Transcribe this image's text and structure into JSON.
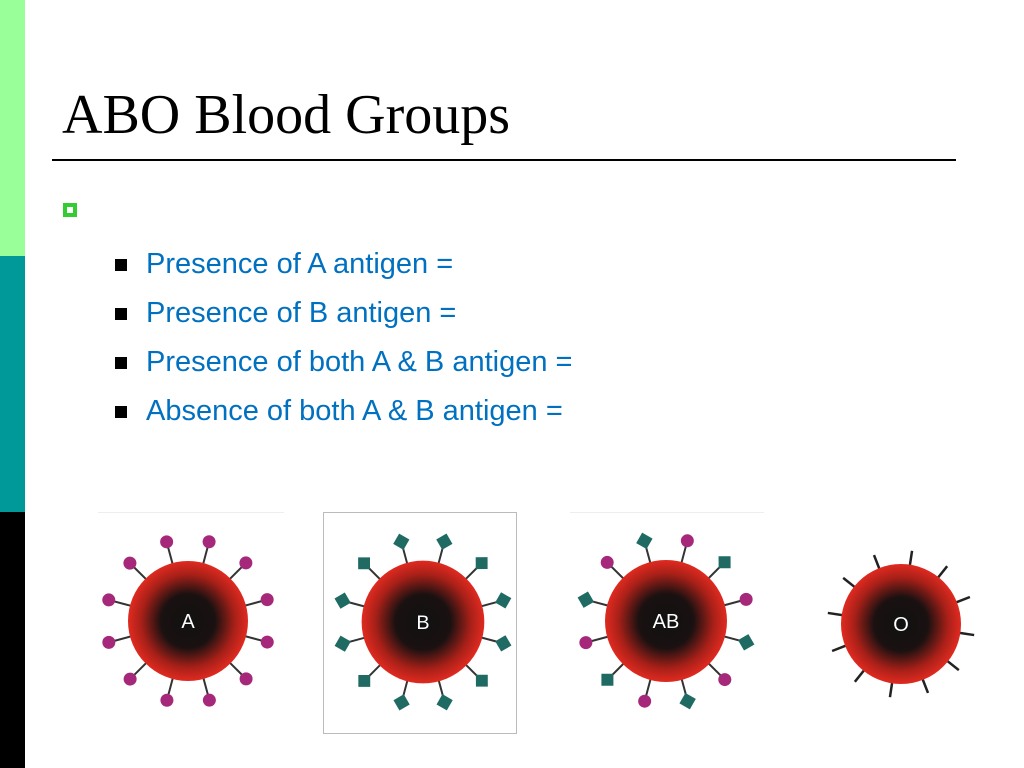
{
  "slide": {
    "title": "ABO Blood Groups",
    "bullets": [
      "Presence of A antigen =",
      "Presence of B antigen =",
      "Presence of both A & B antigen =",
      "Absence of both A & B antigen ="
    ]
  },
  "cells": [
    {
      "label": "A",
      "antigens": "A"
    },
    {
      "label": "B",
      "antigens": "B"
    },
    {
      "label": "AB",
      "antigens": "A+B"
    },
    {
      "label": "O",
      "antigens": "none"
    }
  ],
  "colors": {
    "band_top": "#99ff99",
    "band_middle": "#009999",
    "band_bottom": "#000000",
    "bullet_text": "#0070c0",
    "level1_bullet": "#33cc33",
    "cell_red": "#e02a20",
    "antigen_a": "#a6287a",
    "antigen_b": "#1f6b63"
  }
}
